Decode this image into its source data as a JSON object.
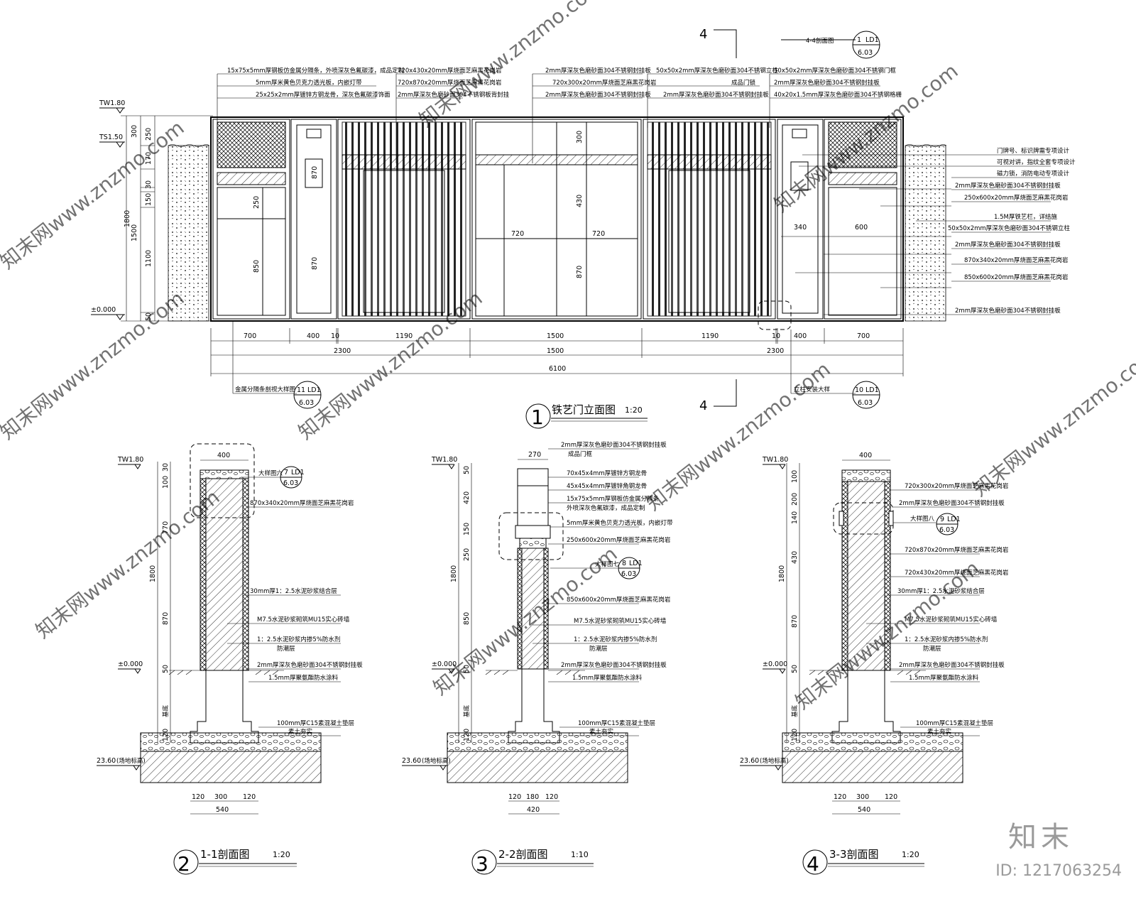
{
  "sheet": {
    "elevation_title": "铁艺门立面图",
    "elevation_scale": "1:20",
    "elevation_no": "1",
    "section_1_title": "1-1剖面图",
    "section_1_scale": "1:20",
    "section_1_no": "2",
    "section_2_title": "2-2剖面图",
    "section_2_scale": "1:10",
    "section_2_no": "3",
    "section_3_title": "3-3剖面图",
    "section_3_scale": "1:20",
    "section_3_no": "4",
    "cut_mark": "4",
    "cut_mark_bottom": "4"
  },
  "elevation": {
    "top_notes_left": [
      "15x75x5mm厚钢板仿金属分隔条，外喷深灰色氟碳漆，成品定制",
      "5mm厚米黄色贝克力透光板，内嵌灯带",
      "25x25x2mm厚镀锌方钢龙骨，深灰色氟碳漆饰面"
    ],
    "top_notes_mid1": [
      "720x430x20mm厚烧面芝麻黑花岗岩",
      "720x870x20mm厚烧面芝麻黑花岗岩",
      "2mm厚深灰色磨砂面304不锈钢板背封挂"
    ],
    "top_notes_mid2": [
      "2mm厚深灰色磨砂面304不锈钢封挂板",
      "720x300x20mm厚烧面芝麻黑花岗岩",
      "2mm厚深灰色磨砂面304不锈钢封挂板"
    ],
    "top_notes_mid3": [
      "50x50x2mm厚深灰色磨砂面304不锈钢立柱",
      "成品门锁",
      "2mm厚深灰色磨砂面304不锈钢封挂板"
    ],
    "top_notes_right": [
      "50x50x2mm厚深灰色磨砂面304不锈钢门框",
      "2mm厚深灰色磨砂面304不锈钢封挂板",
      "40x20x1.5mm厚深灰色磨砂面304不锈钢格栅"
    ],
    "section_ref_label": "4-4剖面图",
    "section_ref_no": "1",
    "section_ref_sheet": "LD1",
    "section_ref_page": "6.03",
    "right_notes": [
      "门牌号、标识牌需专项设计",
      "可视对讲，指纹全套专项设计",
      "磁力锁，消防电动专项设计",
      "2mm厚深灰色磨砂面304不锈钢封挂板",
      "250x600x20mm厚烧面芝麻黑花岗岩",
      "1.5M厚铁艺栏，详结施",
      "50x50x2mm厚深灰色磨砂面304不锈钢立柱",
      "2mm厚深灰色磨砂面304不锈钢封挂板",
      "870x340x20mm厚烧面芝麻黑花岗岩",
      "850x600x20mm厚烧面芝麻黑花岗岩",
      "2mm厚深灰色磨砂面304不锈钢封挂板"
    ],
    "left_levels": [
      "TW1.80",
      "TS1.50",
      "±0.000"
    ],
    "left_dims_a": [
      "300",
      "250",
      "170",
      "30",
      "150",
      "1100",
      "50"
    ],
    "left_dims_b": [
      "1800",
      "1500"
    ],
    "panel_dims": [
      "250",
      "850",
      "870",
      "870",
      "300",
      "430",
      "870",
      "720",
      "720",
      "340",
      "600"
    ],
    "bottom_dims_row1": [
      "700",
      "400",
      "10",
      "1190",
      "1500",
      "1190",
      "10",
      "400",
      "700"
    ],
    "bottom_dims_row2": [
      "2300",
      "1500",
      "2300"
    ],
    "bottom_total": "6100",
    "detail_left_label": "金属分隔条剖视大样图",
    "detail_left_no": "11",
    "detail_left_sheet": "LD1",
    "detail_left_page": "6.03",
    "detail_right_label": "立柱安装大样",
    "detail_right_no": "10",
    "detail_right_sheet": "LD1",
    "detail_right_page": "6.03"
  },
  "sections": {
    "s1": {
      "top_dim": "400",
      "detail_label": "大样图六",
      "detail_no": "7",
      "detail_sheet": "LD1",
      "detail_page": "6.03",
      "notes": [
        "870x340x20mm厚烧面芝麻黑花岗岩",
        "30mm厚1：2.5水泥砂浆结合层",
        "M7.5水泥砂浆砌筑MU15实心砖墙",
        "1：2.5水泥砂浆内掺5%防水剂",
        "防潮层",
        "2mm厚深灰色磨砂面304不锈钢封挂板",
        "1.5mm厚聚氨酯防水涂料",
        "100mm厚C15素混凝土垫层",
        "素土夯实"
      ],
      "left_dims": [
        "30",
        "100",
        "770",
        "1800",
        "870",
        "50",
        "120"
      ],
      "bottom_dims": [
        "120",
        "300",
        "120"
      ],
      "bottom_total": "540",
      "levels": [
        "TW1.80",
        "±0.000",
        "23.60"
      ],
      "level_note": "(场地标高)",
      "depth_note": "基底"
    },
    "s2": {
      "top_dim": "270",
      "detail_label": "大样图七",
      "detail_no": "8",
      "detail_sheet": "LD1",
      "detail_page": "6.03",
      "notes": [
        "2mm厚深灰色磨砂面304不锈钢封挂板",
        "成品门框",
        "70x45x4mm厚镀锌方钢龙骨",
        "45x45x4mm厚镀锌角钢龙骨",
        "15x75x5mm厚钢板仿金属分隔条",
        "外喷深灰色氟碳漆，成品定制",
        "5mm厚米黄色贝克力透光板，内嵌灯带",
        "250x600x20mm厚烧面芝麻黑花岗岩",
        "850x600x20mm厚烧面芝麻黑花岗岩",
        "M7.5水泥砂浆砌筑MU15实心砖墙",
        "1：2.5水泥砂浆内掺5%防水剂",
        "防潮层",
        "2mm厚深灰色磨砂面304不锈钢封挂板",
        "1.5mm厚聚氨酯防水涂料",
        "100mm厚C15素混凝土垫层",
        "素土夯实"
      ],
      "left_dims": [
        "50",
        "420",
        "150",
        "250",
        "1800",
        "850",
        "50",
        "120"
      ],
      "bottom_dims": [
        "120",
        "180",
        "120"
      ],
      "bottom_total": "420",
      "levels": [
        "TW1.80",
        "±0.000",
        "23.60"
      ],
      "level_note": "(场地标高)",
      "depth_note": "基底"
    },
    "s3": {
      "top_dim": "400",
      "detail_label": "大样图八",
      "detail_no": "9",
      "detail_sheet": "LD1",
      "detail_page": "6.03",
      "notes": [
        "720x300x20mm厚烧面芝麻黑花岗岩",
        "2mm厚深灰色磨砂面304不锈钢封挂板",
        "720x870x20mm厚烧面芝麻黑花岗岩",
        "720x430x20mm厚烧面芝麻黑花岗岩",
        "30mm厚1：2.5水泥砂浆结合层",
        "M7.5水泥砂浆砌筑MU15实心砖墙",
        "1：2.5水泥砂浆内掺5%防水剂",
        "防潮层",
        "2mm厚深灰色磨砂面304不锈钢封挂板",
        "1.5mm厚聚氨酯防水涂料",
        "100mm厚C15素混凝土垫层",
        "素土夯实"
      ],
      "left_dims": [
        "100",
        "200",
        "140",
        "430",
        "1800",
        "870",
        "50",
        "120"
      ],
      "bottom_dims": [
        "120",
        "300",
        "120"
      ],
      "bottom_total": "540",
      "levels": [
        "TW1.80",
        "±0.000",
        "23.60"
      ],
      "level_note": "(场地标高)",
      "depth_note": "基底"
    }
  },
  "watermark": {
    "text": "知末网www.znzmo.com",
    "brand": "知末",
    "image_id": "ID: 1217063254"
  }
}
